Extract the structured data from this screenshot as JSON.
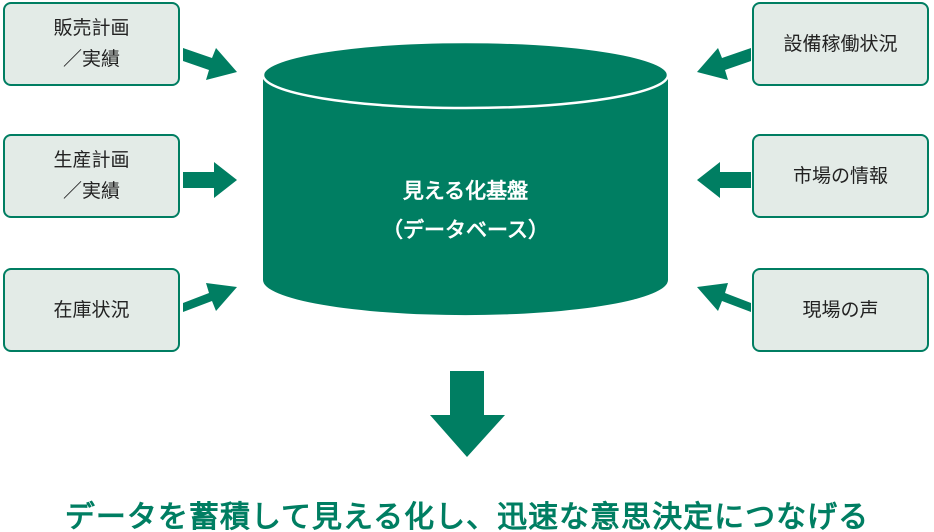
{
  "colors": {
    "accent": "#007e62",
    "box_fill": "#e3ebe7"
  },
  "inputs_left": [
    {
      "label": "販売計画\n／実績"
    },
    {
      "label": "生産計画\n／実績"
    },
    {
      "label": "在庫状況"
    }
  ],
  "inputs_right": [
    {
      "label": "設備稼働状況"
    },
    {
      "label": "市場の情報"
    },
    {
      "label": "現場の声"
    }
  ],
  "database": {
    "title": "見える化基盤",
    "subtitle": "（データベース）"
  },
  "conclusion": "データを蓄積して見える化し、迅速な意思決定につなげる"
}
